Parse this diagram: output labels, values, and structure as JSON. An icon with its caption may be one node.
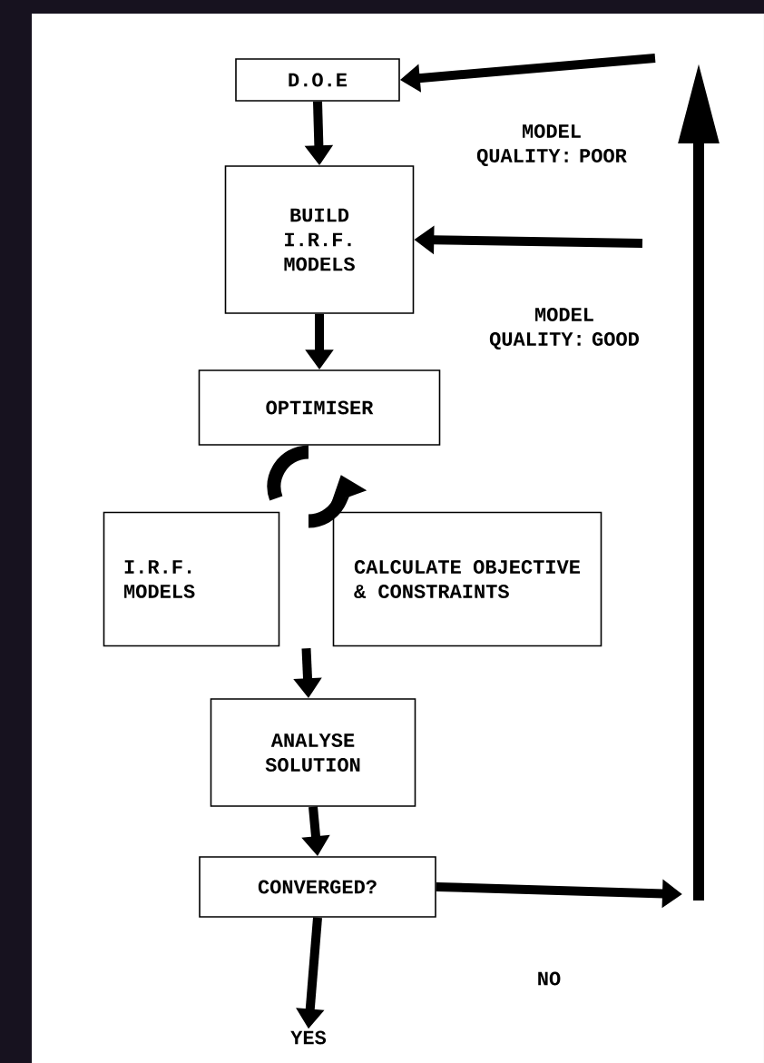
{
  "diagram": {
    "nodes": [
      {
        "text": [
          "D.O.E"
        ]
      },
      {
        "text": [
          "BUILD I.R.F. MODELS"
        ]
      },
      {
        "text": [
          "OPTIMISER"
        ]
      },
      {
        "text": [
          "I.R.F. MODELS"
        ]
      },
      {
        "text": [
          "CALCULATE OBJECTIVE & CONSTRAINTS"
        ]
      },
      {
        "text": [
          "ANALYSE SOLUTION"
        ]
      },
      {
        "text": [
          "CONVERGED?"
        ]
      },
      {
        "text": [
          "YES"
        ]
      }
    ],
    "edges": [
      {
        "from": 0,
        "to": 1,
        "arrow": "to"
      },
      {
        "from": 1,
        "to": 2,
        "arrow": "to"
      },
      {
        "from": 3,
        "to": 5,
        "arrow": "to"
      },
      {
        "from": 4,
        "to": 5,
        "arrow": "to"
      },
      {
        "from": 5,
        "to": 6,
        "arrow": "to"
      },
      {
        "from": 6,
        "to": 7,
        "arrow": "to"
      },
      {
        "from": 6,
        "to": null,
        "arrow": "to",
        "label": "NO"
      },
      {
        "from": null,
        "to": 0,
        "arrow": "to",
        "label": "MODEL QUALITY: POOR"
      },
      {
        "from": null,
        "to": 1,
        "arrow": "to",
        "label": "MODEL QUALITY: GOOD"
      }
    ]
  }
}
